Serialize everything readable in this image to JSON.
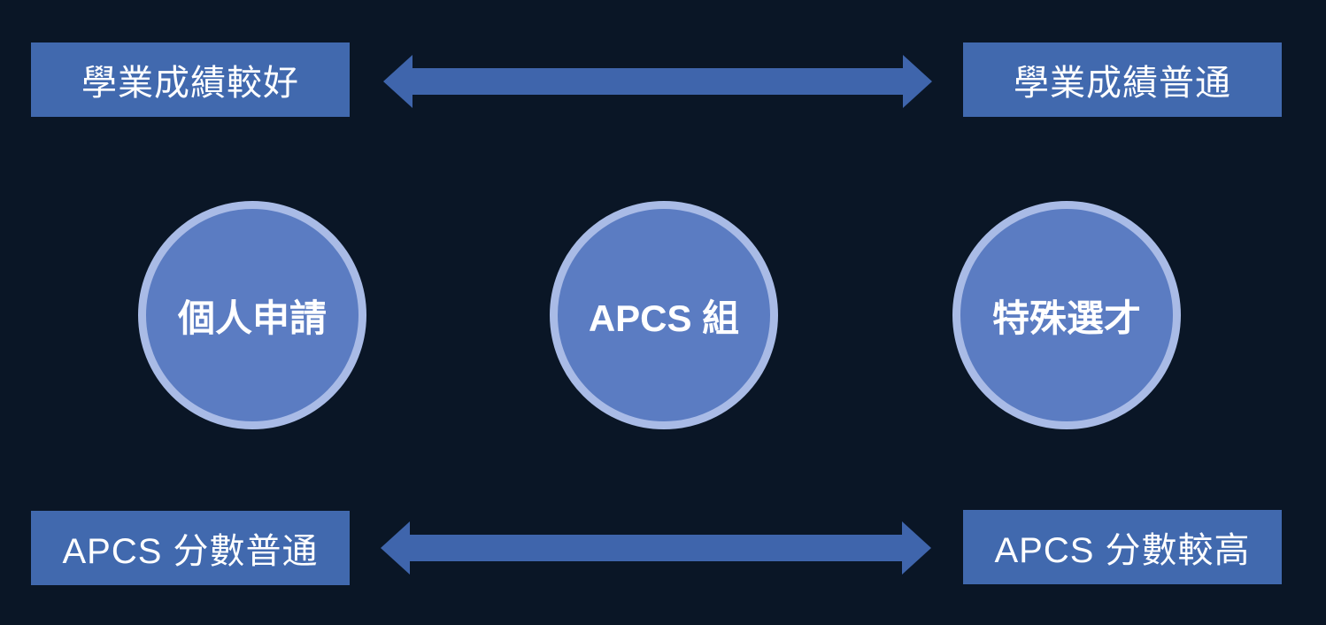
{
  "colors": {
    "background": "#0a1626",
    "box-bg": "#4169ae",
    "arrow": "#3f65ac",
    "circle-fill": "#5b7cc2",
    "circle-border": "#a9bbe6",
    "text": "#ffffff"
  },
  "boxes": {
    "top_left": "學業成績較好",
    "top_right": "學業成績普通",
    "bottom_left": "APCS 分數普通",
    "bottom_right": "APCS 分數較高"
  },
  "circles": [
    {
      "label": "個人申請"
    },
    {
      "label": "APCS 組"
    },
    {
      "label": "特殊選才"
    }
  ]
}
